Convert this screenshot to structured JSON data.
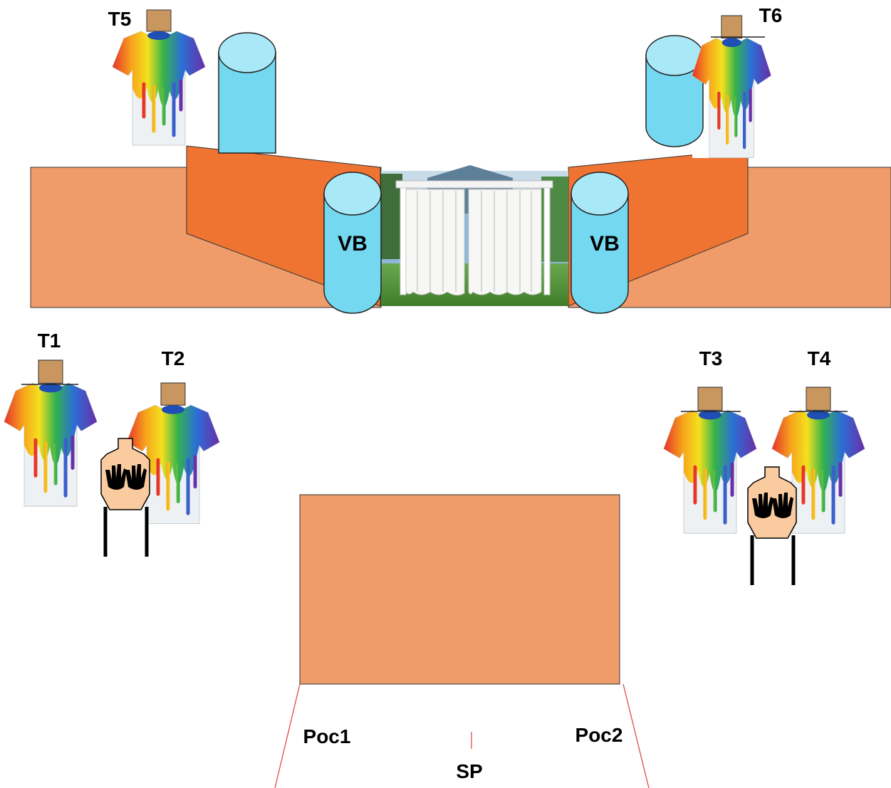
{
  "labels": {
    "t1": "T1",
    "t2": "T2",
    "t3": "T3",
    "t4": "T4",
    "t5": "T5",
    "t6": "T6",
    "vb_left": "VB",
    "vb_right": "VB",
    "poc1": "Poc1",
    "poc2": "Poc2",
    "sp": "SP"
  },
  "colors": {
    "wall": "#F09C6A",
    "wall_dark": "#EF7432",
    "barrel": "#74D9F0",
    "barrel_top": "#A9E8F7",
    "head": "#C8965E",
    "no_shoot": "#FBCBA0",
    "fault_line": "#E23B3B"
  },
  "icons": {
    "target": "rainbow-tshirt-target-icon",
    "no_shoot": "hands-up-no-shoot-icon",
    "door": "curtain-doorway-icon"
  }
}
